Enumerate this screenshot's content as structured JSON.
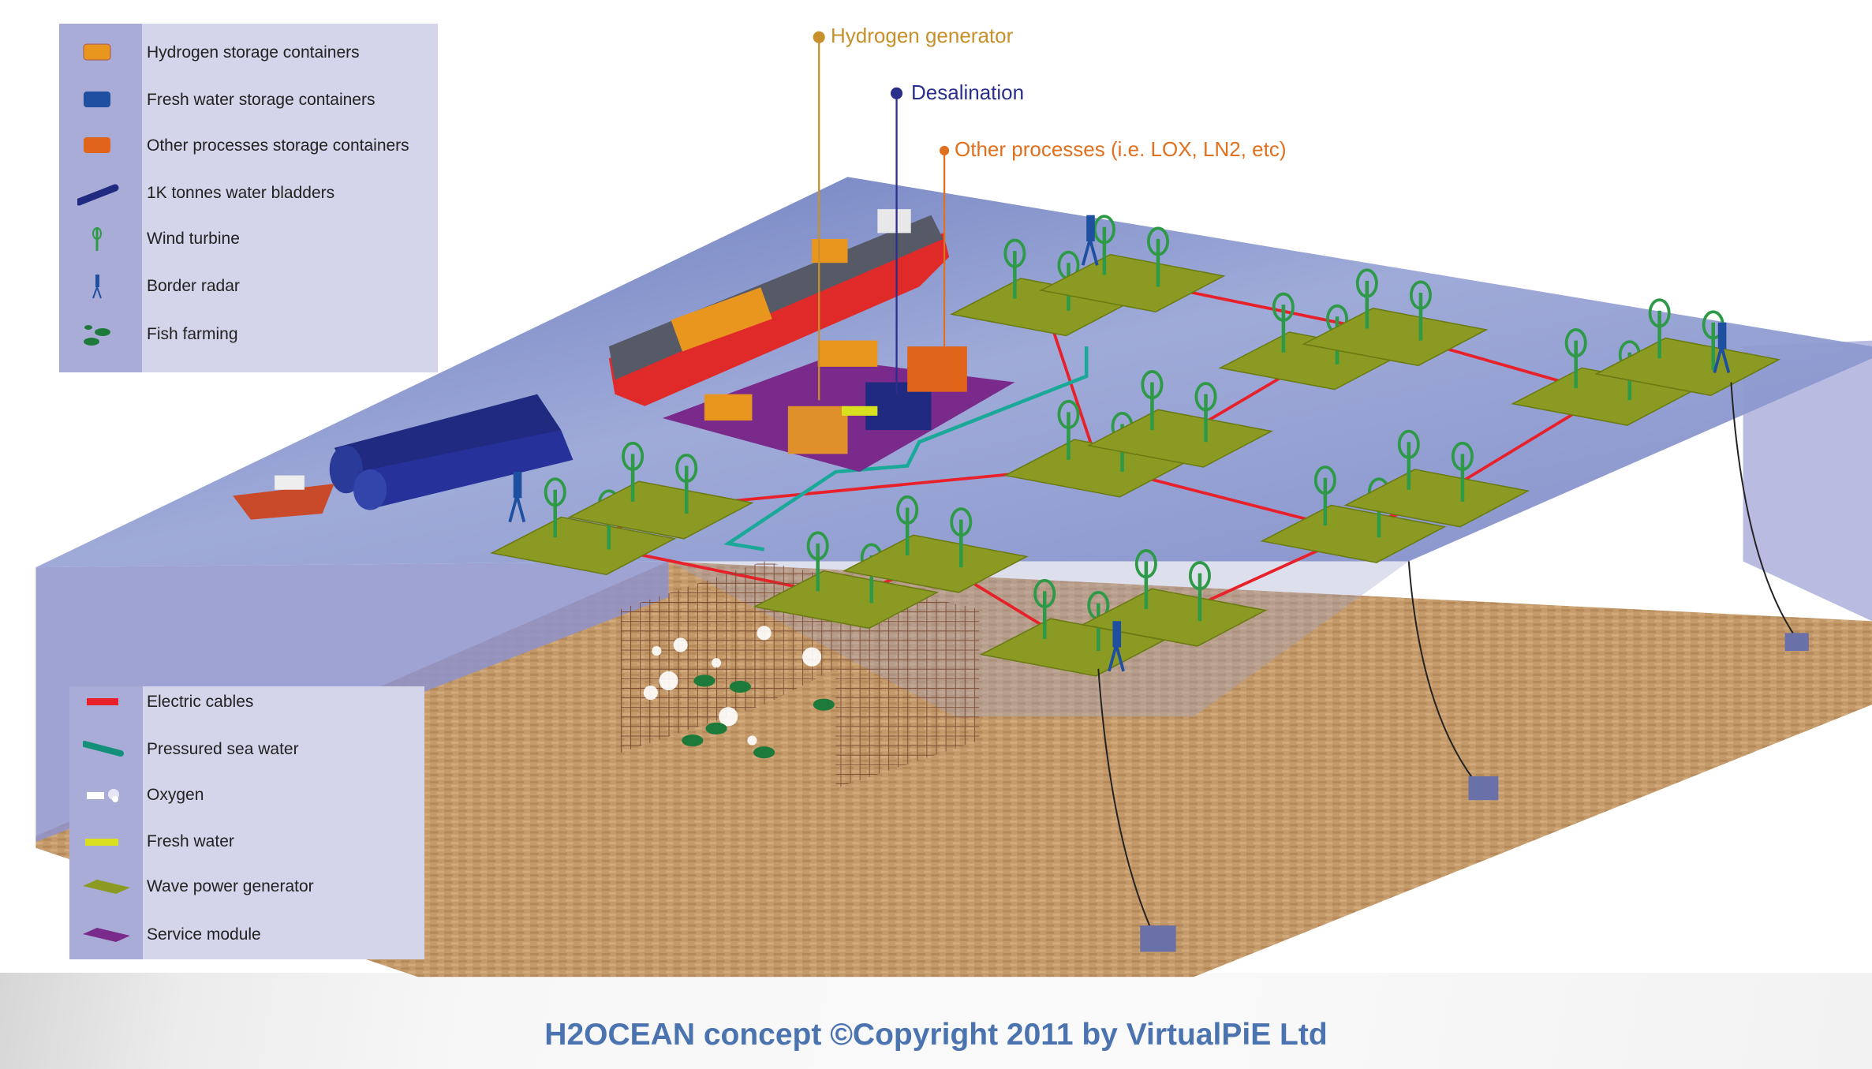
{
  "callouts": [
    {
      "label": "Hydrogen generator",
      "color": "#c8902a"
    },
    {
      "label": "Desalination",
      "color": "#2b2f8c"
    },
    {
      "label": "Other processes (i.e. LOX, LN2, etc)",
      "color": "#e0701e"
    }
  ],
  "legend_top": {
    "items": [
      {
        "label": "Hydrogen storage containers",
        "icon": "orange-container-icon",
        "color": "#e8961e"
      },
      {
        "label": "Fresh water storage containers",
        "icon": "blue-container-icon",
        "color": "#1f4fa0"
      },
      {
        "label": "Other processes storage containers",
        "icon": "orange-red-container-icon",
        "color": "#e0651a"
      },
      {
        "label": "1K tonnes water bladders",
        "icon": "water-bladder-icon",
        "color": "#1f2a80"
      },
      {
        "label": "Wind turbine",
        "icon": "wind-turbine-icon",
        "color": "#2e9a48"
      },
      {
        "label": "Border radar",
        "icon": "border-radar-icon",
        "color": "#1f4fa0"
      },
      {
        "label": "Fish farming",
        "icon": "fish-icon",
        "color": "#1e7a3a"
      }
    ]
  },
  "legend_bottom": {
    "items": [
      {
        "label": "Electric cables",
        "icon": "electric-cable-icon",
        "color": "#e8202a"
      },
      {
        "label": "Pressured sea water",
        "icon": "sea-water-pipe-icon",
        "color": "#12907a"
      },
      {
        "label": "Oxygen",
        "icon": "oxygen-icon",
        "color": "#ffffff"
      },
      {
        "label": "Fresh water",
        "icon": "fresh-water-pipe-icon",
        "color": "#d8e020"
      },
      {
        "label": "Wave power generator",
        "icon": "wave-generator-icon",
        "color": "#8a9a22"
      },
      {
        "label": "Service module",
        "icon": "service-module-icon",
        "color": "#7a2a8a"
      }
    ]
  },
  "footer": {
    "text": "H2OCEAN concept ©Copyright 2011 by VirtualPiE Ltd"
  }
}
